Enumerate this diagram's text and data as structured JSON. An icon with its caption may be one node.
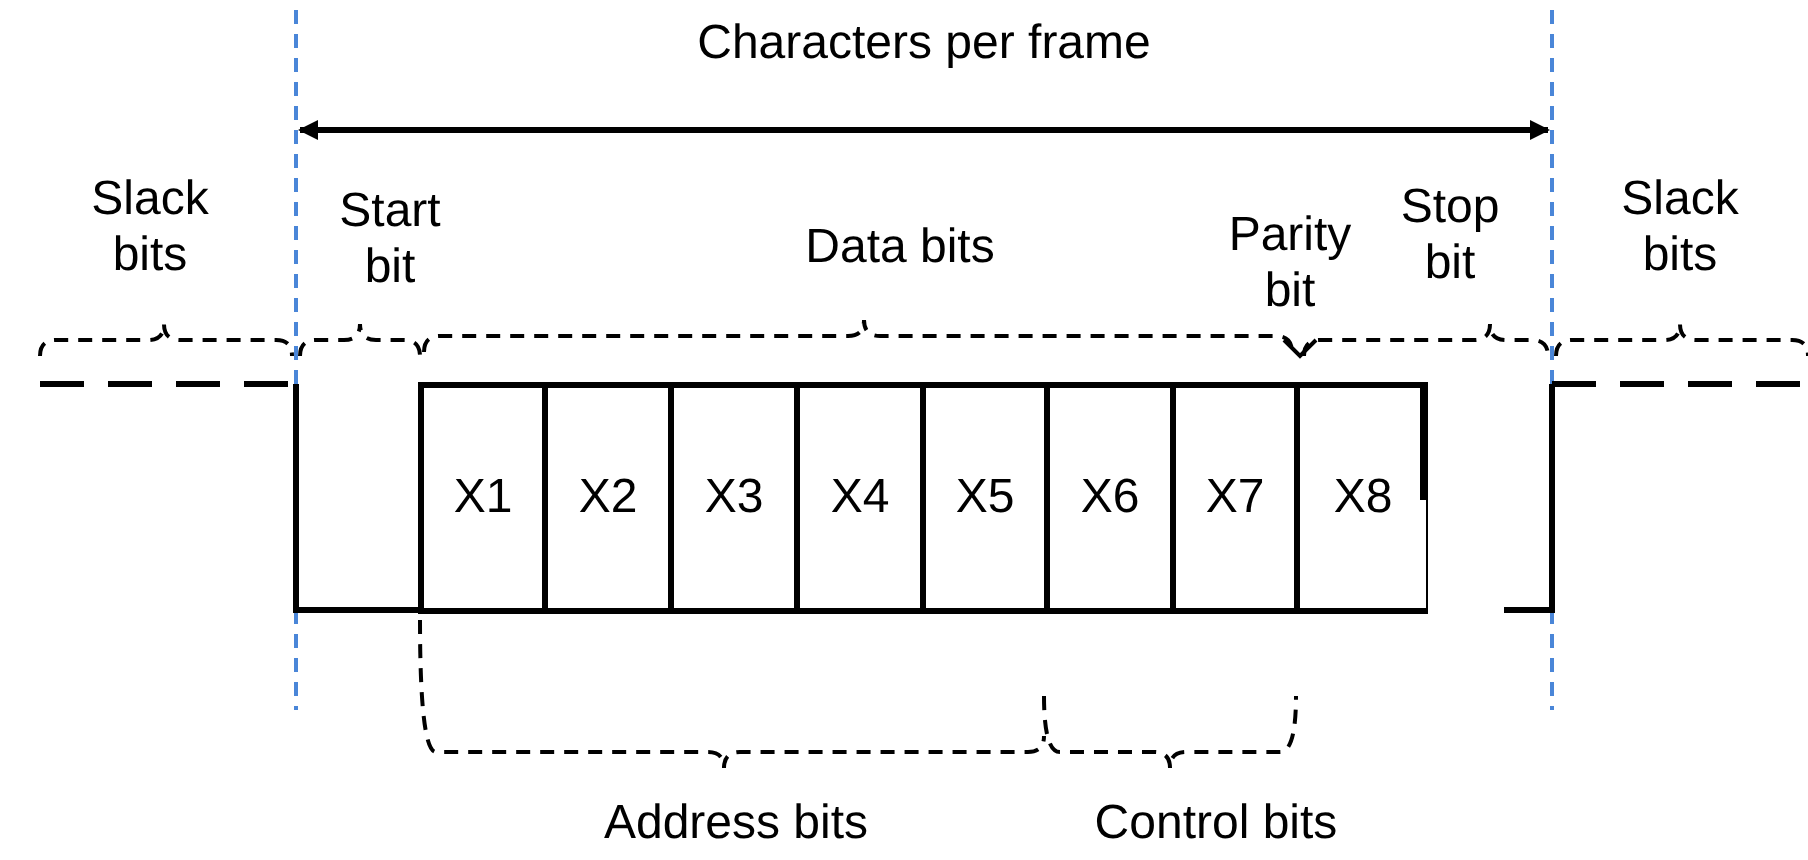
{
  "diagram": {
    "nodes": [
      {
        "text": [
          "X1"
        ]
      },
      {
        "text": [
          "X2"
        ]
      },
      {
        "text": [
          "X3"
        ]
      },
      {
        "text": [
          "X4"
        ]
      },
      {
        "text": [
          "X5"
        ]
      },
      {
        "text": [
          "X6"
        ]
      },
      {
        "text": [
          "X7"
        ]
      },
      {
        "text": [
          "X8"
        ]
      }
    ],
    "labels": [
      "Characters per frame",
      "Slack bits",
      "Start bit",
      "Data bits",
      "Parity bit",
      "Stop bit",
      "Slack bits",
      "Address bits",
      "Control bits"
    ]
  }
}
